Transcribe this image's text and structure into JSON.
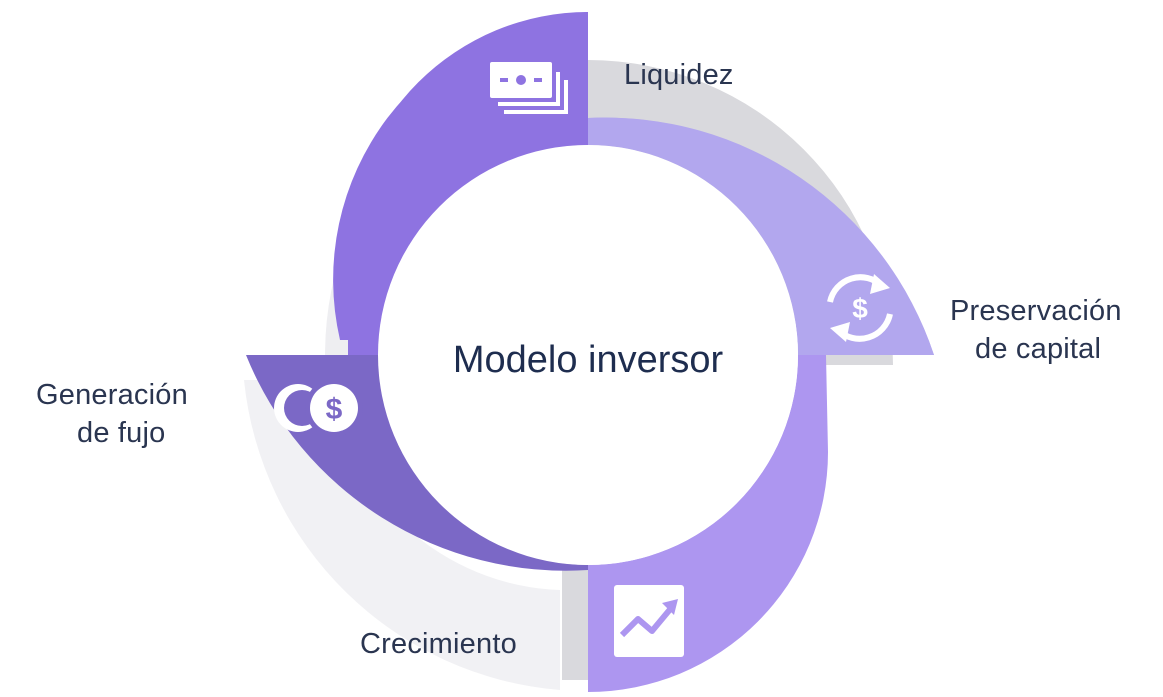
{
  "diagram": {
    "center_title": "Modelo inversor",
    "segments": [
      {
        "id": "liquidez",
        "label": "Liquidez",
        "icon": "money-stack-icon",
        "color": "#8e73e1"
      },
      {
        "id": "preservacion",
        "label_line1": "Preservación",
        "label_line2": "de capital",
        "icon": "dollar-cycle-icon",
        "color": "#b2a7ee"
      },
      {
        "id": "crecimiento",
        "label": "Crecimiento",
        "icon": "growth-chart-icon",
        "color": "#ad96f0"
      },
      {
        "id": "generacion",
        "label_line1": "Generación",
        "label_line2": "de fujo",
        "icon": "coins-icon",
        "color": "#7b68c6"
      }
    ],
    "shadow_color": "#d9d9dd",
    "text_color": "#2a3550"
  }
}
